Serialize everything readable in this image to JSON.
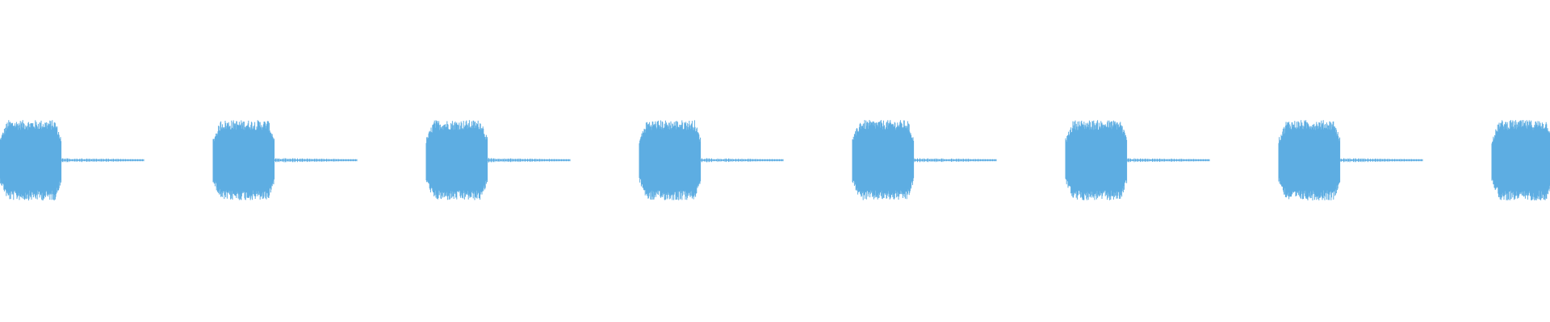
{
  "waveform": {
    "color": "#5dade2",
    "background": "#ffffff",
    "burst_count": 8,
    "pattern": [
      "burst",
      "low-level tail",
      "silence"
    ],
    "last_burst_cut_off_at_right_edge": true
  }
}
